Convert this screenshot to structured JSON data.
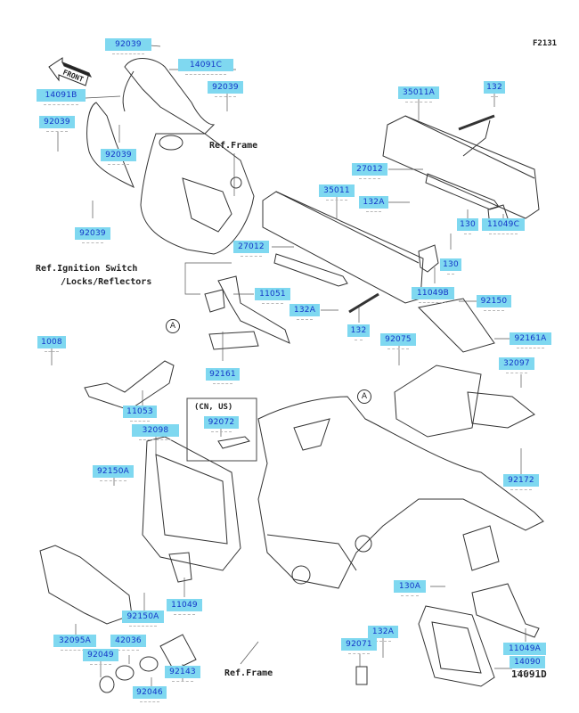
{
  "figure_id": "F2131",
  "front_arrow": "FRONT",
  "region_box_title": "(CN, US)",
  "references": {
    "frame_top": "Ref.Frame",
    "ignition": "Ref.Ignition Switch",
    "ignition_line2": "/Locks/Reflectors",
    "frame_bottom": "Ref.Frame"
  },
  "callout": "A",
  "bold_part": "14091D",
  "parts": [
    "92039",
    "14091C",
    "92039",
    "14091B",
    "92039",
    "92039",
    "92039",
    "35011A",
    "132",
    "27012",
    "132A",
    "35011",
    "27012",
    "130",
    "11049C",
    "130",
    "11049B",
    "11051",
    "132A",
    "132",
    "92150",
    "92161A",
    "92075",
    "32097",
    "1008",
    "92161",
    "11053",
    "92072",
    "32098",
    "92150A",
    "92172",
    "11049",
    "92150A",
    "32095A",
    "42036",
    "92049",
    "92143",
    "92046",
    "130A",
    "132A",
    "92071",
    "11049A",
    "14090"
  ]
}
